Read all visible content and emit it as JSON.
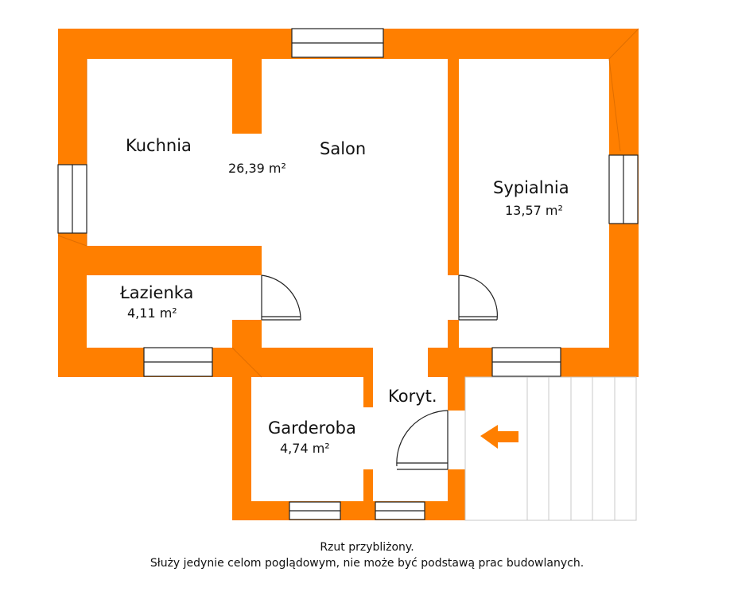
{
  "rooms": {
    "kuchnia": {
      "name": "Kuchnia"
    },
    "salon": {
      "name": "Salon",
      "area": "26,39 m²"
    },
    "sypialnia": {
      "name": "Sypialnia",
      "area": "13,57 m²"
    },
    "lazienka": {
      "name": "Łazienka",
      "area": "4,11 m²"
    },
    "garderoba": {
      "name": "Garderoba",
      "area": "4,74 m²"
    },
    "korytarz": {
      "name": "Koryt."
    }
  },
  "disclaimer": {
    "line1": "Rzut przybliżony.",
    "line2": "Służy jedynie celom poglądowym, nie może być podstawą prac budowlanych."
  },
  "colors": {
    "wall": "#ff7f00",
    "arrow": "#ff7f00",
    "line": "#222222",
    "stairs": "#c8c8c8"
  },
  "icons": {
    "entrance": "left-arrow-icon"
  }
}
